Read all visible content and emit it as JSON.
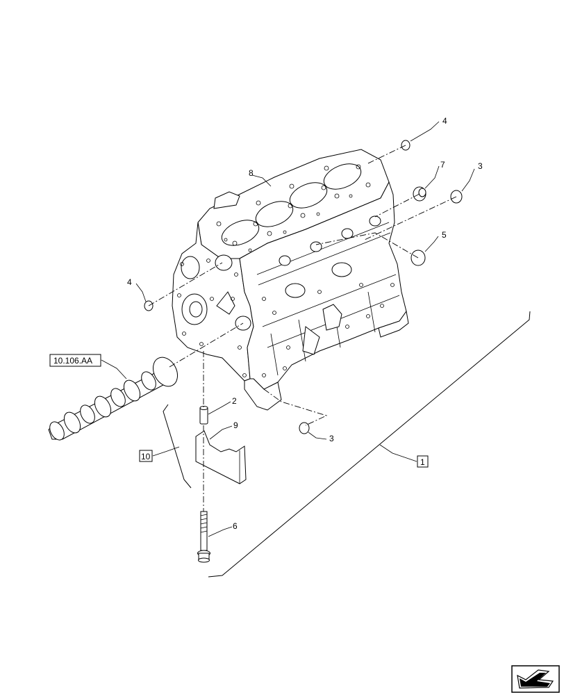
{
  "callouts": {
    "c1": "1",
    "c2": "2",
    "c3a": "3",
    "c3b": "3",
    "c4a": "4",
    "c4b": "4",
    "c5": "5",
    "c6": "6",
    "c7": "7",
    "c8": "8",
    "c9": "9",
    "c10": "10"
  },
  "references": {
    "camshaft_ref": "10.106.AA"
  },
  "icons": {
    "nav": "next-page-arrow-icon"
  }
}
